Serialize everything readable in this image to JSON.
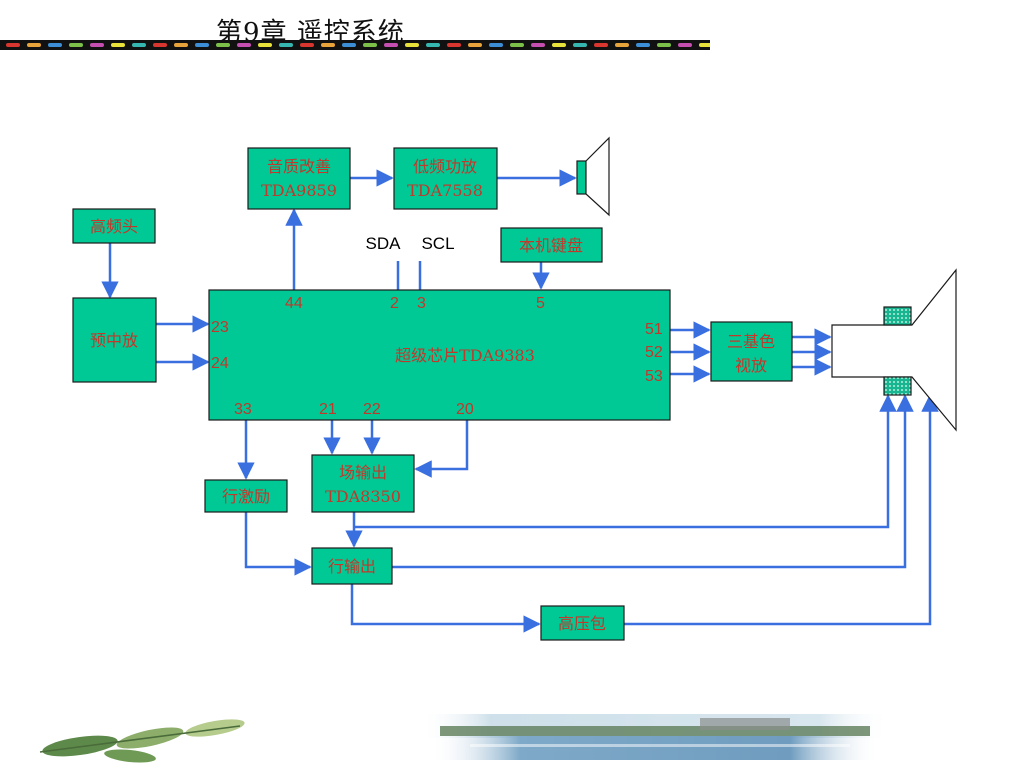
{
  "slide": {
    "title": "第9章  遥控系统"
  },
  "blocks": {
    "audio": {
      "line1": "音质改善",
      "line2": "TDA9859"
    },
    "amp": {
      "line1": "低频功放",
      "line2": "TDA7558"
    },
    "tuner": {
      "line1": "高频头"
    },
    "keypad": {
      "line1": "本机键盘"
    },
    "preamp": {
      "line1": "预中放"
    },
    "chip": {
      "line1": "超级芯片TDA9383"
    },
    "rgb": {
      "line1": "三基色",
      "line2": "视放"
    },
    "field": {
      "line1": "场输出",
      "line2": "TDA8350"
    },
    "hdrive": {
      "line1": "行激励"
    },
    "hout": {
      "line1": "行输出"
    },
    "flyback": {
      "line1": "高压包"
    }
  },
  "bus": {
    "sda": "SDA",
    "scl": "SCL"
  },
  "pins": {
    "p44": "44",
    "p2": "2",
    "p3": "3",
    "p5": "5",
    "p23": "23",
    "p24": "24",
    "p51": "51",
    "p52": "52",
    "p53": "53",
    "p33": "33",
    "p21": "21",
    "p22": "22",
    "p20": "20"
  },
  "colors": {
    "block_fill": "#00c996",
    "block_border": "#1a1a1a",
    "block_text": "#c0392b",
    "pin_text": "#c0392b",
    "arrow": "#3a6fe0",
    "title_band": "#111111"
  },
  "icons": {
    "speaker": "speaker-icon",
    "crt": "crt-tube-icon"
  }
}
